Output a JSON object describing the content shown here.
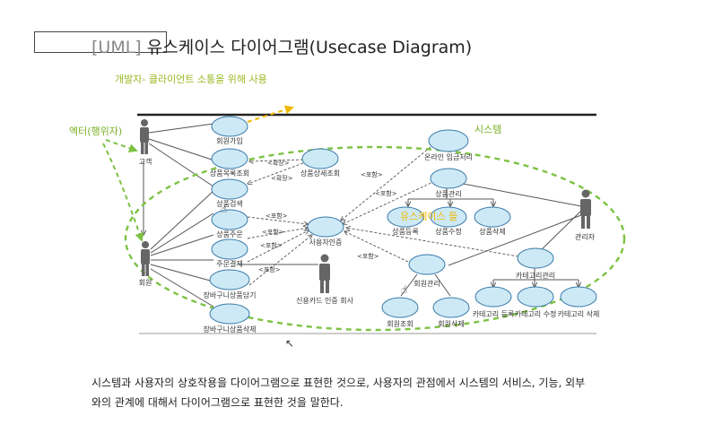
{
  "title": {
    "bracket": "[UML]",
    "text": " 유스케이스 다이어그램(Usecase Diagram)"
  },
  "annotations": {
    "developer_client": "개발자- 클라이언트 소통을 위해 사용",
    "actor": "엑터(행위자)",
    "system": "시스템",
    "usecase": "유스케이스 들"
  },
  "actors": {
    "guest": "고객",
    "member": "회원",
    "card_company": "신용카드 인증 회사",
    "admin": "관리자"
  },
  "usecases": {
    "join": "회원가입",
    "product_list": "상품목록조회",
    "product_detail": "상품상세조회",
    "product_search": "상품검색",
    "product_order": "상품주문",
    "order_payment": "주문결제",
    "cart_add": "장바구니상품담기",
    "cart_delete": "장바구니상품삭제",
    "user_auth": "사용자인증",
    "online_stock": "온라인 입금처리",
    "product_mgmt": "상품관리",
    "product_register": "상품등록",
    "product_edit": "상품수정",
    "product_delete": "상품삭제",
    "member_mgmt": "회원관리",
    "member_view": "회원조회",
    "member_delete": "회원삭제",
    "category_mgmt": "카테고리관리",
    "category_register": "카테고리 등록",
    "category_edit": "카테고리 수정",
    "category_delete": "카테고리 삭제"
  },
  "relations": {
    "extend": "<확장>",
    "include": "<포함>"
  },
  "description": {
    "line1": "시스템과 사용자의 상호작용을 다이어그램으로 표현한 것으로, 사용자의 관점에서 시스템의 서비스, 기능, 외부",
    "line2": "와의 관계에 대해서 다이어그램으로 표현한 것을 말한다."
  },
  "colors": {
    "usecase_fill": "#cde9f6",
    "usecase_stroke": "#3a7aa8",
    "actor": "#666666",
    "system_boundary": "#7dc243",
    "annotation_arrow": "#f0b800"
  }
}
